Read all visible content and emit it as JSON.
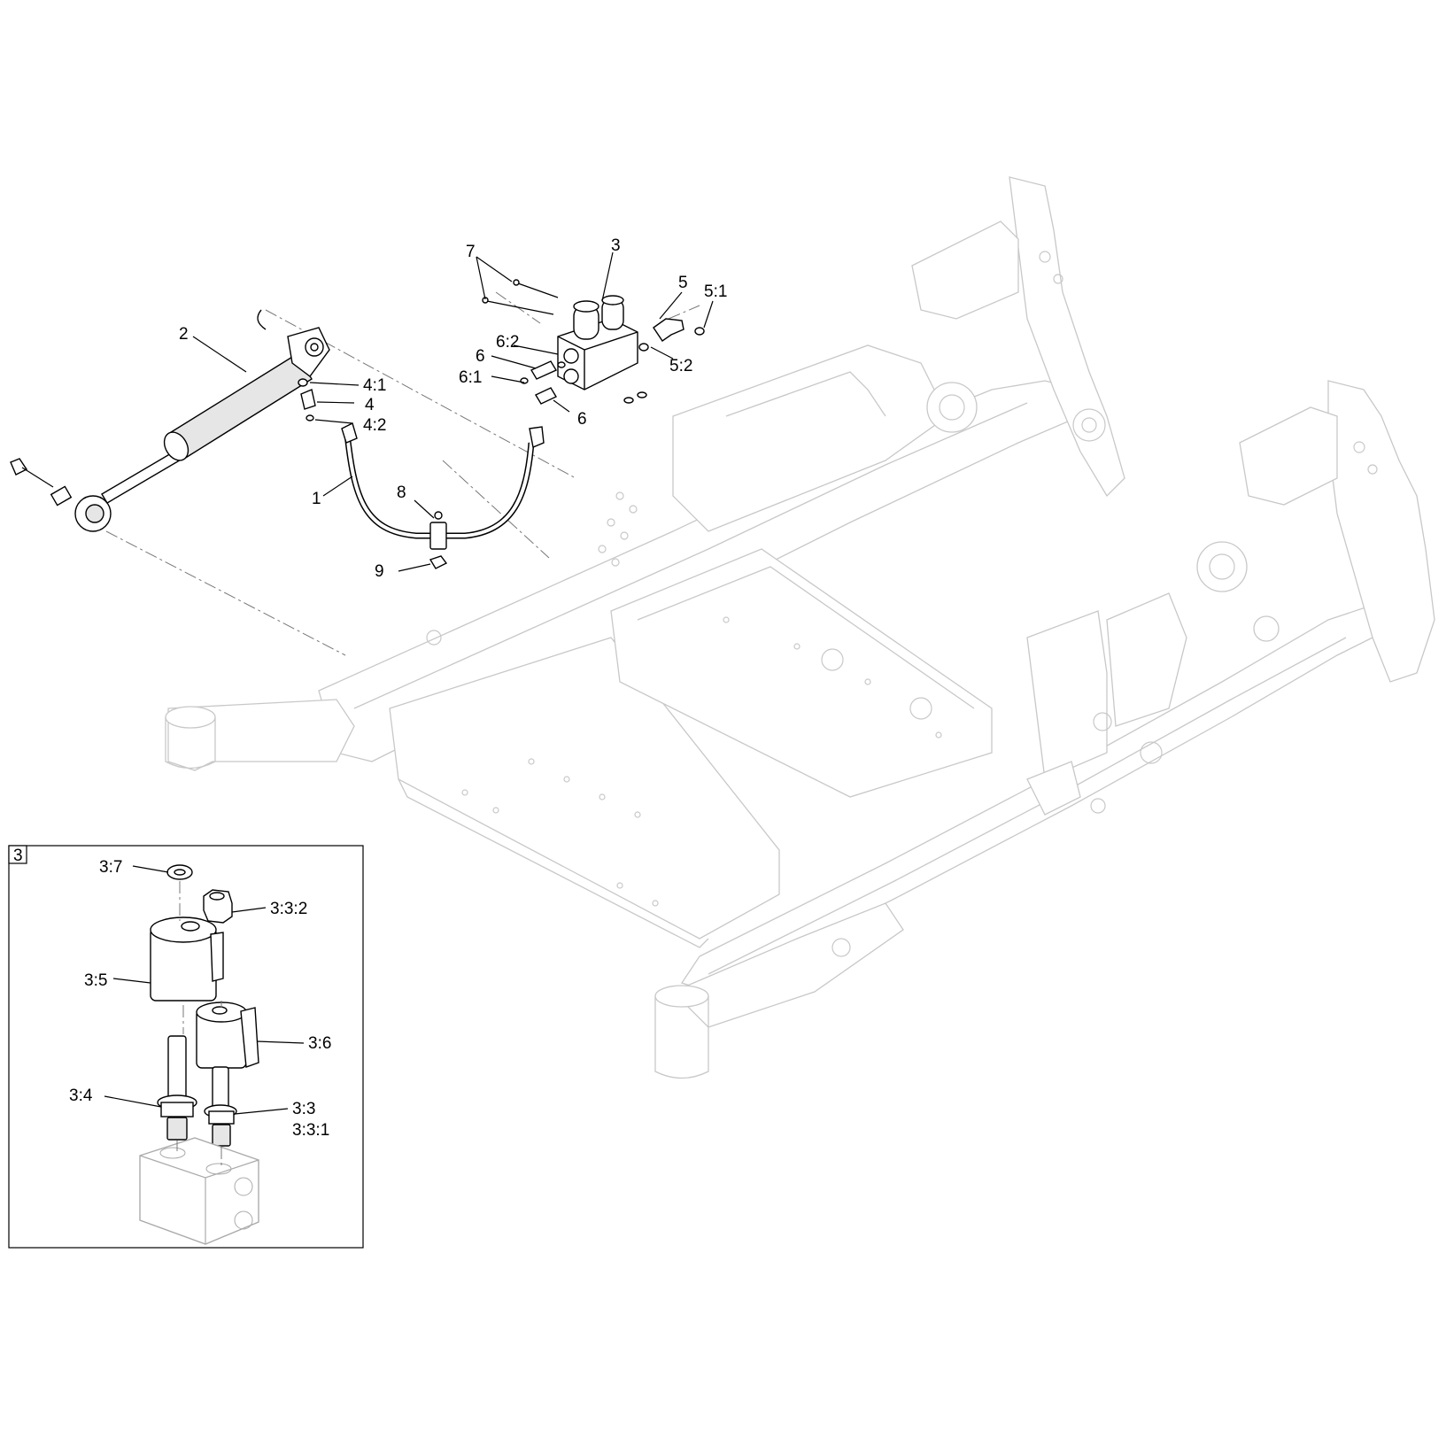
{
  "callouts": {
    "c1": "1",
    "c2": "2",
    "c3": "3",
    "c4": "4",
    "c4_1": "4:1",
    "c4_2": "4:2",
    "c5": "5",
    "c5_1": "5:1",
    "c5_2": "5:2",
    "c6a": "6",
    "c6b": "6",
    "c6_1": "6:1",
    "c6_2": "6:2",
    "c7": "7",
    "c8": "8",
    "c9": "9"
  },
  "inset": {
    "tag": "3",
    "c3_7": "3:7",
    "c3_3_2": "3:3:2",
    "c3_5": "3:5",
    "c3_6": "3:6",
    "c3_4": "3:4",
    "c3_3": "3:3",
    "c3_3_1": "3:3:1"
  }
}
